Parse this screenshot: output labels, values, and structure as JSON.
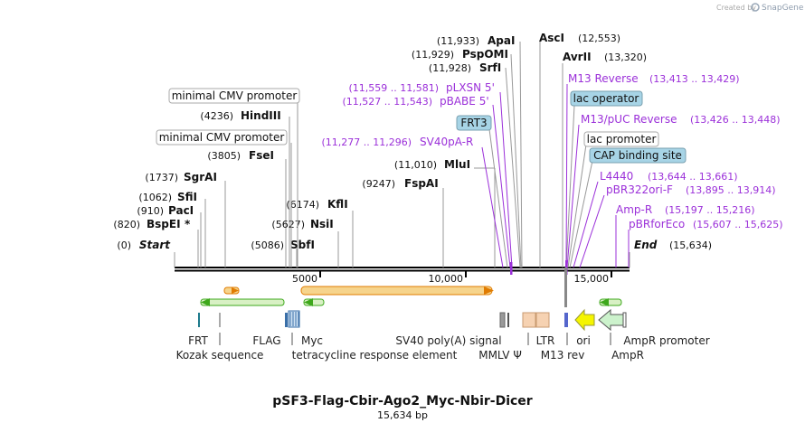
{
  "watermark": {
    "text": "Created by",
    "brand": "SnapGene"
  },
  "title": "pSF3-Flag-Cbir-Ago2_Myc-Nbir-Dicer",
  "length_label": "15,634 bp",
  "start_label": {
    "pos": "(0)",
    "name": "Start"
  },
  "end_label": {
    "name": "End",
    "pos": "(15,634)"
  },
  "sites": [
    {
      "key": "bspei",
      "pos": "(820)",
      "name": "BspEI",
      "note": "*"
    },
    {
      "key": "paci",
      "pos": "(910)",
      "name": "PacI"
    },
    {
      "key": "sfii",
      "pos": "(1062)",
      "name": "SfiI"
    },
    {
      "key": "sgrai",
      "pos": "(1737)",
      "name": "SgrAI"
    },
    {
      "key": "fsei",
      "pos": "(3805)",
      "name": "FseI"
    },
    {
      "key": "hindiii",
      "pos": "(4236)",
      "name": "HindIII"
    },
    {
      "key": "sbfi",
      "pos": "(5086)",
      "name": "SbfI"
    },
    {
      "key": "nsii",
      "pos": "(5627)",
      "name": "NsiI"
    },
    {
      "key": "kfli",
      "pos": "(6174)",
      "name": "KflI"
    },
    {
      "key": "fspai",
      "pos": "(9247)",
      "name": "FspAI"
    },
    {
      "key": "mlui",
      "pos": "(11,010)",
      "name": "MluI"
    },
    {
      "key": "srfi",
      "pos": "(11,928)",
      "name": "SrfI"
    },
    {
      "key": "pspomi",
      "pos": "(11,929)",
      "name": "PspOMI"
    },
    {
      "key": "apai",
      "pos": "(11,933)",
      "name": "ApaI"
    },
    {
      "key": "asci",
      "name": "AscI",
      "pos": "(12,553)"
    },
    {
      "key": "avrii",
      "name": "AvrII",
      "pos": "(13,320)"
    }
  ],
  "primers": [
    {
      "key": "sv40pa",
      "pos": "(11,277 .. 11,296)",
      "name": "SV40pA-R"
    },
    {
      "key": "pbabe",
      "pos": "(11,527 .. 11,543)",
      "name": "pBABE 5'"
    },
    {
      "key": "plxsn",
      "pos": "(11,559 .. 11,581)",
      "name": "pLXSN 5'"
    },
    {
      "key": "m13rev",
      "name": "M13 Reverse",
      "pos": "(13,413 .. 13,429)"
    },
    {
      "key": "m13puc",
      "name": "M13/pUC Reverse",
      "pos": "(13,426 .. 13,448)"
    },
    {
      "key": "l4440",
      "name": "L4440",
      "pos": "(13,644 .. 13,661)"
    },
    {
      "key": "pbr322",
      "name": "pBR322ori-F",
      "pos": "(13,895 .. 13,914)"
    },
    {
      "key": "ampr",
      "name": "Amp-R",
      "pos": "(15,197 .. 15,216)"
    },
    {
      "key": "pbrfor",
      "name": "pBRforEco",
      "pos": "(15,607 .. 15,625)"
    }
  ],
  "boxed_labels": [
    {
      "key": "cmv1",
      "text": "minimal CMV promoter",
      "color": "#ffffff"
    },
    {
      "key": "cmv2",
      "text": "minimal CMV promoter",
      "color": "#ffffff"
    },
    {
      "key": "frt3",
      "text": "FRT3",
      "color": "#a7d4e6"
    },
    {
      "key": "lacop",
      "text": "lac operator",
      "color": "#a7d4e6"
    },
    {
      "key": "lacprom",
      "text": "lac promoter",
      "color": "#ffffff"
    },
    {
      "key": "cap",
      "text": "CAP binding site",
      "color": "#a7d4e6"
    }
  ],
  "ruler": {
    "ticks": [
      "5000",
      "10,000",
      "15,000"
    ]
  },
  "features": [
    {
      "key": "frt",
      "label": "FRT"
    },
    {
      "key": "kozak",
      "label": "Kozak sequence"
    },
    {
      "key": "flag",
      "label": "FLAG"
    },
    {
      "key": "myc",
      "label": "Myc"
    },
    {
      "key": "tre",
      "label": "tetracycline response element"
    },
    {
      "key": "sv40polya",
      "label": "SV40 poly(A) signal"
    },
    {
      "key": "mmlv",
      "label": "MMLV Ψ"
    },
    {
      "key": "ltr",
      "label": "LTR"
    },
    {
      "key": "m13revfeat",
      "label": "M13 rev"
    },
    {
      "key": "ori",
      "label": "ori"
    },
    {
      "key": "amprprom",
      "label": "AmpR promoter"
    },
    {
      "key": "amprgene",
      "label": "AmpR"
    }
  ],
  "colors": {
    "primer": "#9b30d9",
    "orf_green": "#3ea81c",
    "orf_orange": "#e07b00",
    "orf_fill": "#f6d48c",
    "ltr": "#f6d2b2",
    "ori": "#f5f500",
    "ampr": "#ccf2cc",
    "teal": "#1d7a8c",
    "tre": "#3a6fa8"
  }
}
